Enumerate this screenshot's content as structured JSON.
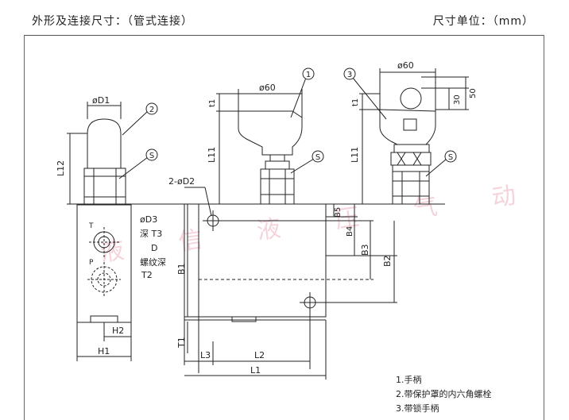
{
  "header": {
    "title": "外形及连接尺寸：（管式连接）",
    "unit": "尺寸单位：（mm）"
  },
  "callouts": [
    "1",
    "2",
    "3",
    "S"
  ],
  "dimensions": {
    "D1": "øD1",
    "L12": "L12",
    "t1": "t1",
    "phi60": "ø60",
    "L11": "L11",
    "d30": "30",
    "d50": "50",
    "D2": "2-øD2",
    "D3": "øD3",
    "T3": "深 T3",
    "D": "D",
    "thread": "螺纹深",
    "T2": "T2",
    "T": "T",
    "P": "P",
    "B1": "B1",
    "B2": "B2",
    "B3": "B3",
    "B4": "B4",
    "B5": "B5",
    "H1": "H1",
    "H2": "H2",
    "T1": "T1",
    "L1": "L1",
    "L2": "L2",
    "L3": "L3"
  },
  "watermark": "液 信 液 压 气 动",
  "legend": {
    "items": [
      "1.手柄",
      "2.带保护罩的内六角螺栓",
      "3.带锁手柄"
    ]
  }
}
